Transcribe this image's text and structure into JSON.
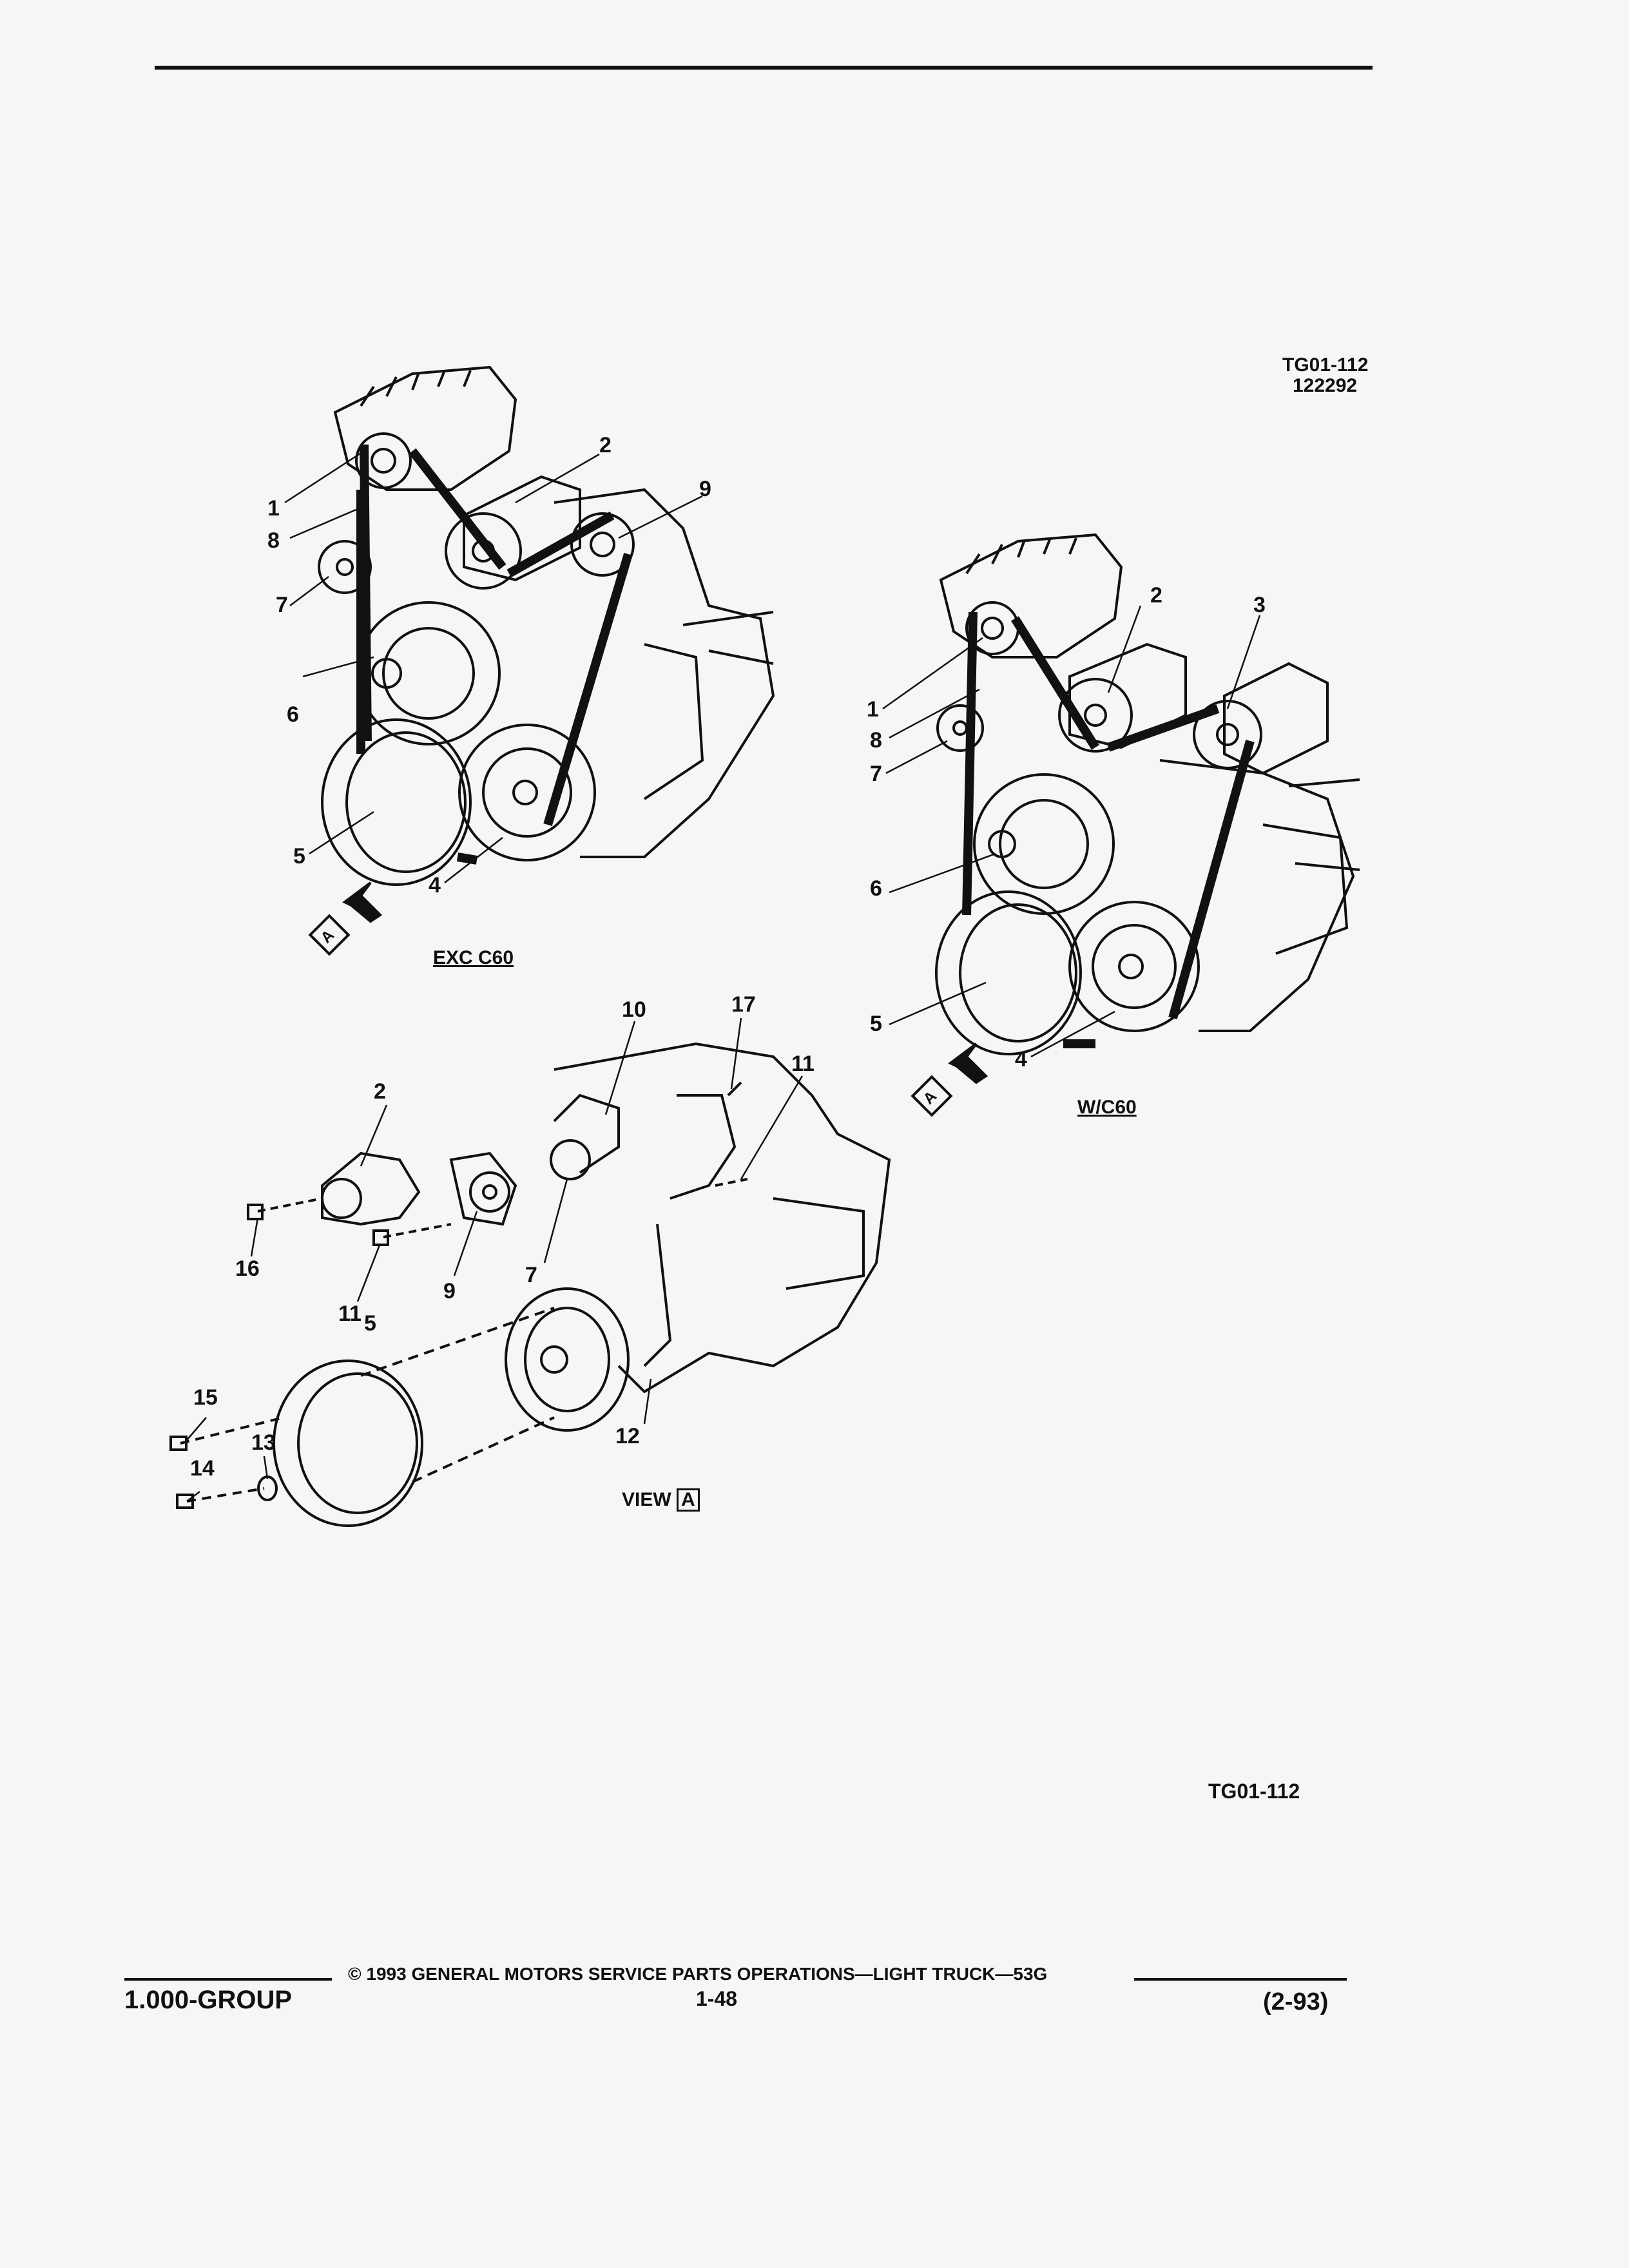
{
  "header": {
    "figure_id": "TG01-112",
    "figure_date": "122292"
  },
  "diagram_top_left": {
    "caption": "EXC C60",
    "callouts": [
      "1",
      "2",
      "9",
      "8",
      "7",
      "6",
      "5",
      "4"
    ],
    "view_marker": "A"
  },
  "diagram_right": {
    "caption": "W/C60",
    "callouts": [
      "2",
      "3",
      "1",
      "8",
      "7",
      "6",
      "5",
      "4"
    ],
    "view_marker": "A"
  },
  "diagram_bottom": {
    "caption_prefix": "VIEW",
    "caption_box": "A",
    "callouts": [
      "10",
      "17",
      "11",
      "2",
      "16",
      "9",
      "7",
      "11",
      "5",
      "15",
      "13",
      "14",
      "12"
    ]
  },
  "figure_code_bottom": "TG01-112",
  "footer": {
    "copyright": "© 1993 GENERAL MOTORS SERVICE PARTS OPERATIONS—LIGHT TRUCK—53G",
    "group": "1.000-GROUP",
    "page": "1-48",
    "revision": "(2-93)"
  }
}
